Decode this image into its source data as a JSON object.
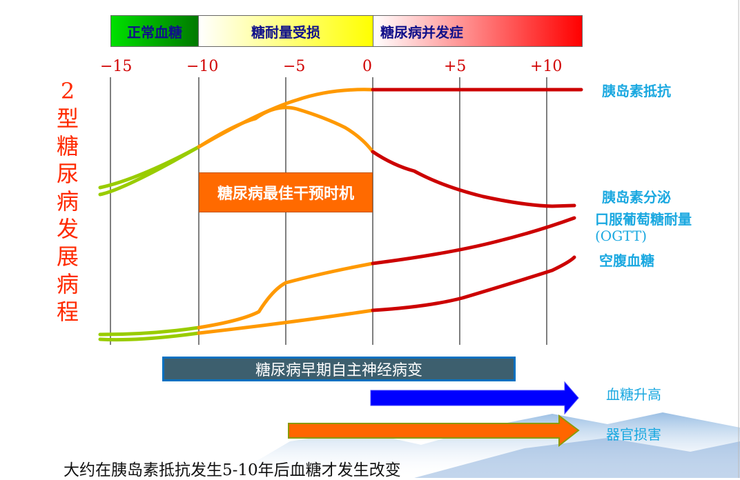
{
  "stages": [
    {
      "label": "正常血糖",
      "color_from": "#00e000",
      "color_to": "#007a00"
    },
    {
      "label": "糖耐量受损",
      "color_from": "#ffffff",
      "color_to": "#ffff00"
    },
    {
      "label": "糖尿病并发症",
      "color_from": "#ffffff",
      "color_to": "#ff0000"
    }
  ],
  "axis_ticks": [
    "−15",
    "−10",
    "−5",
    "0",
    "+5",
    "+10"
  ],
  "vertical_title": [
    "2",
    "型",
    "糖",
    "尿",
    "病",
    "发",
    "展",
    "病",
    "程"
  ],
  "curve_labels": {
    "insulin_resistance": "胰岛素抵抗",
    "insulin_secretion": "胰岛素分泌",
    "ogtt": "口服葡萄糖耐量",
    "ogtt_abbr": "(OGTT)",
    "fpg": "空腹血糖"
  },
  "optimal_window": "糖尿病最佳干预时机",
  "neuropathy": "糖尿病早期自主神经病变",
  "arrows": {
    "glucose_rise": "血糖升高",
    "organ_damage": "器官损害"
  },
  "footer": "大约在胰岛素抵抗发生5-10年后血糖才发生改变",
  "colors": {
    "green": "#99cc00",
    "orange": "#ff9900",
    "red": "#cc0000",
    "blue_arrow": "#0000ff",
    "orange_arrow": "#ff6600"
  }
}
